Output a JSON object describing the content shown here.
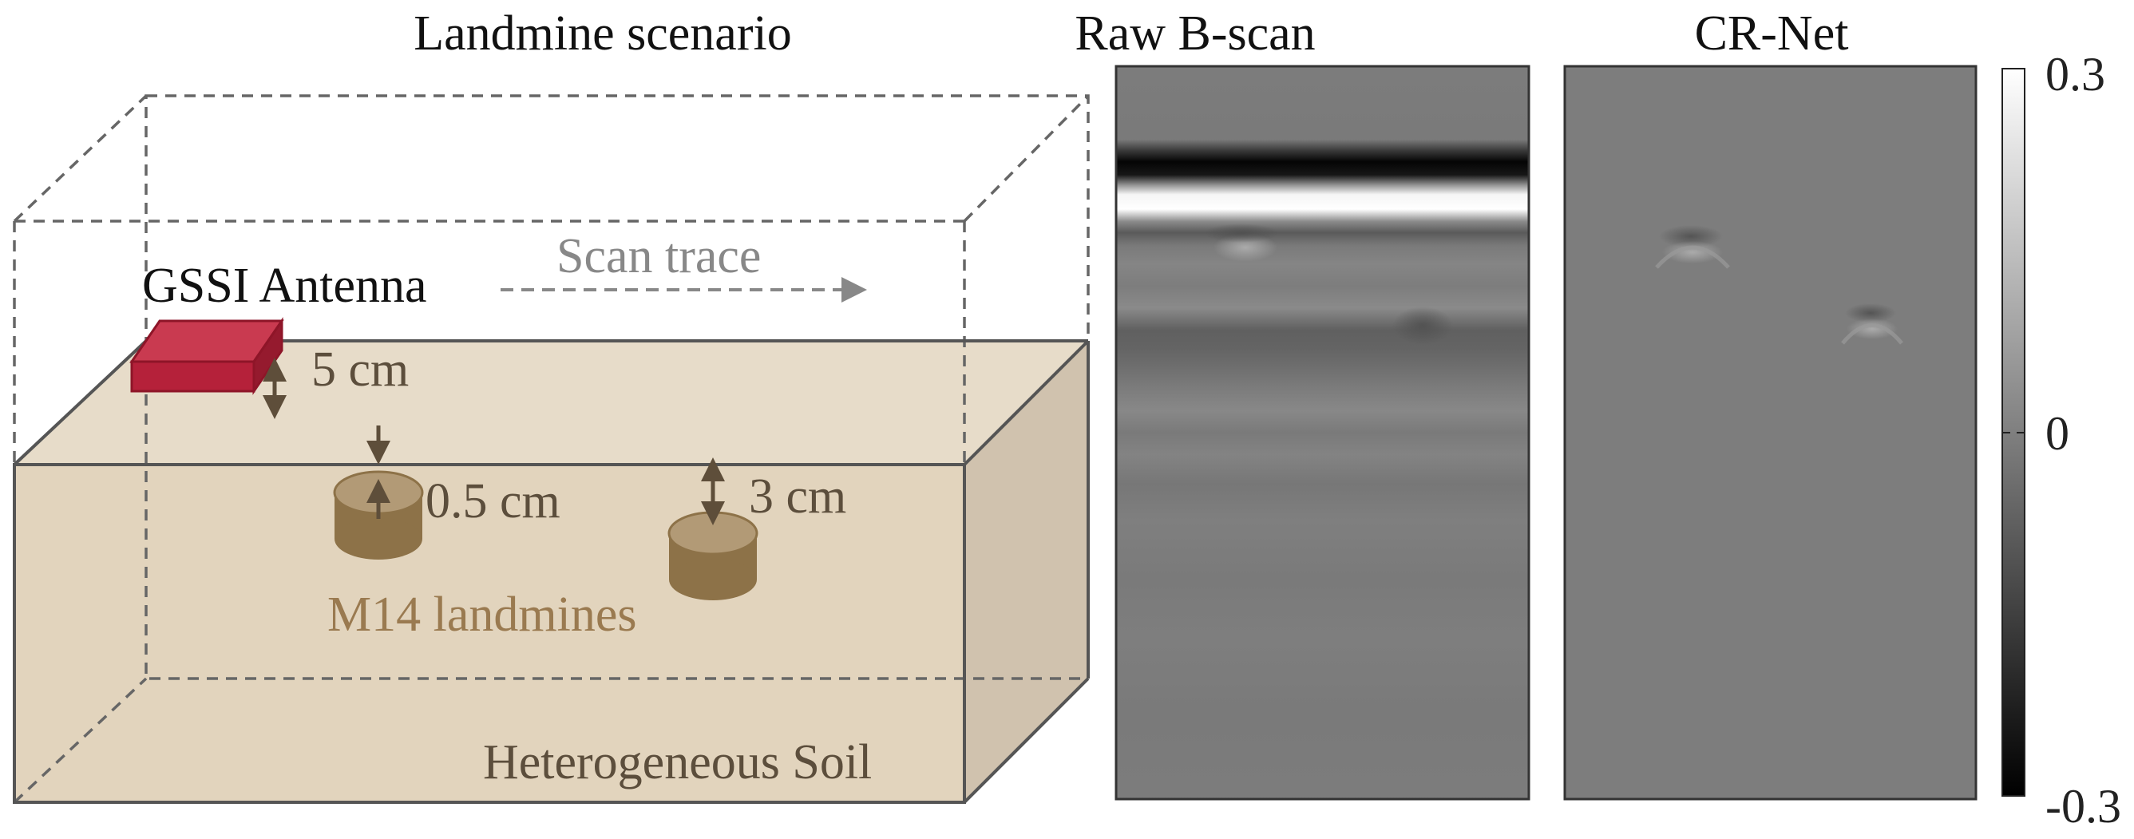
{
  "scenario": {
    "title": "Landmine scenario",
    "antenna_label": "GSSI Antenna",
    "scan_trace_label": "Scan trace",
    "antenna_height_label": "5 cm",
    "mine_cover_label_1": "0.5 cm",
    "mine_cover_label_2": "3 cm",
    "mines_label": "M14 landmines",
    "soil_label": "Heterogeneous Soil"
  },
  "panels": {
    "raw_title": "Raw B-scan",
    "crnet_title": "CR-Net"
  },
  "colorbar": {
    "max_label": "0.3",
    "mid_label": "0",
    "min_label": "-0.3"
  },
  "colors": {
    "soil_front": "#e2d4bd",
    "soil_top": "#e7dcc9",
    "soil_side": "#d0c2ae",
    "antenna": "#b5213a",
    "mine": "#8d7248",
    "mine_label": "#9a7a50",
    "soil_label": "#5c4e3c",
    "scan_trace": "#888888"
  }
}
